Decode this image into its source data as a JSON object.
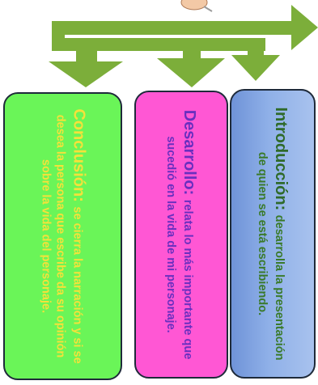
{
  "colors": {
    "arrow": "#7cae3a",
    "conclusion_fill": "#6af558",
    "conclusion_text": "#f4e23a",
    "desarrollo_fill": "#ff57d4",
    "desarrollo_text": "#6a2fbf",
    "introduccion_fill": "#8fb0e8",
    "introduccion_text": "#3a7a2a"
  },
  "icons": [
    "flow-arrow-icon",
    "down-arrow-icon",
    "pointer-hand-icon"
  ],
  "boxes": {
    "conclusion": {
      "heading": "Conclusión:",
      "text": "se cierra la narración y si se desea la persona que escribe da su opinión sobre la vida del personaje."
    },
    "desarrollo": {
      "heading": "Desarrollo:",
      "text": "relata lo más importante que sucedió en la vida de mi personaje."
    },
    "introduccion": {
      "heading": "Introducción:",
      "text": "desarrolla la presentación de quien se está escribiendo."
    }
  }
}
